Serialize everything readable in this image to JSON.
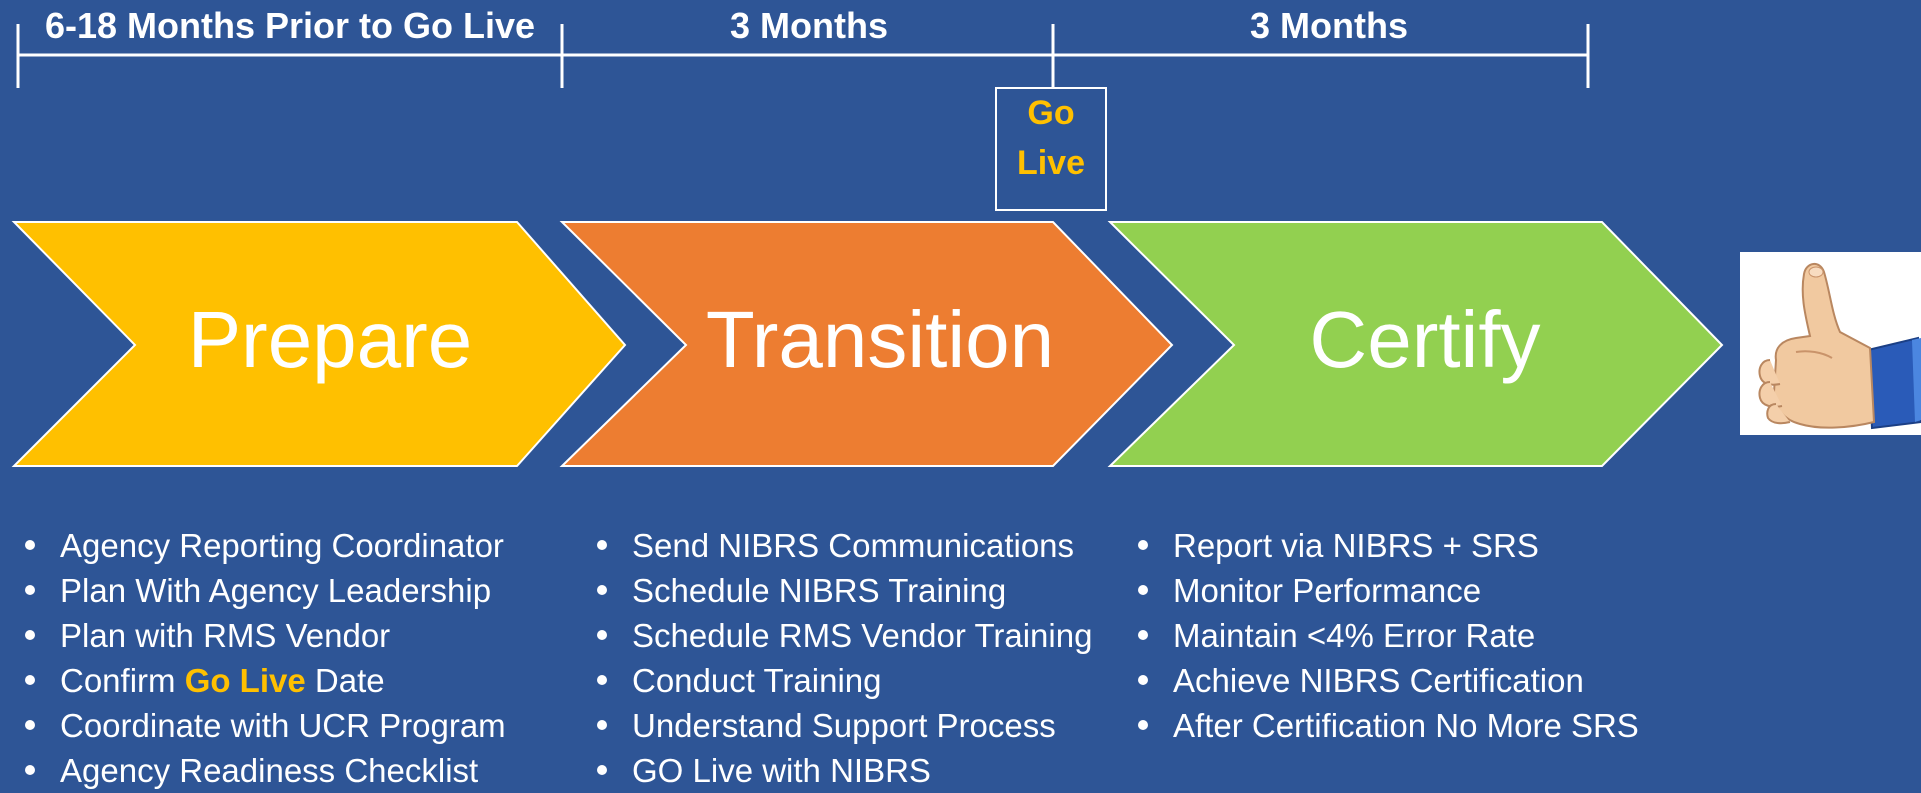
{
  "timeline": {
    "spans": [
      {
        "label": "6-18 Months Prior to Go Live"
      },
      {
        "label": "3 Months"
      },
      {
        "label": "3 Months"
      }
    ],
    "milestone": {
      "line1": "Go",
      "line2": "Live"
    }
  },
  "phases": [
    {
      "name": "Prepare",
      "color": "#ffc000"
    },
    {
      "name": "Transition",
      "color": "#ed7d31"
    },
    {
      "name": "Certify",
      "color": "#92d050"
    }
  ],
  "tasks": {
    "prepare": [
      "Agency Reporting Coordinator",
      "Plan With Agency Leadership",
      "Plan with RMS Vendor",
      {
        "before": "Confirm ",
        "highlight": "Go Live",
        "after": " Date"
      },
      "Coordinate with UCR Program",
      "Agency Readiness Checklist"
    ],
    "transition": [
      "Send NIBRS Communications",
      "Schedule NIBRS Training",
      "Schedule RMS Vendor Training",
      "Conduct Training",
      "Understand Support Process",
      "GO Live with NIBRS"
    ],
    "certify": [
      "Report via NIBRS + SRS",
      "Monitor Performance",
      "Maintain <4% Error Rate",
      "Achieve NIBRS Certification",
      "After Certification No More SRS"
    ]
  },
  "colors": {
    "background": "#2e5596",
    "highlight": "#ffc000"
  },
  "icons": {
    "end": "thumbs-up-icon"
  }
}
